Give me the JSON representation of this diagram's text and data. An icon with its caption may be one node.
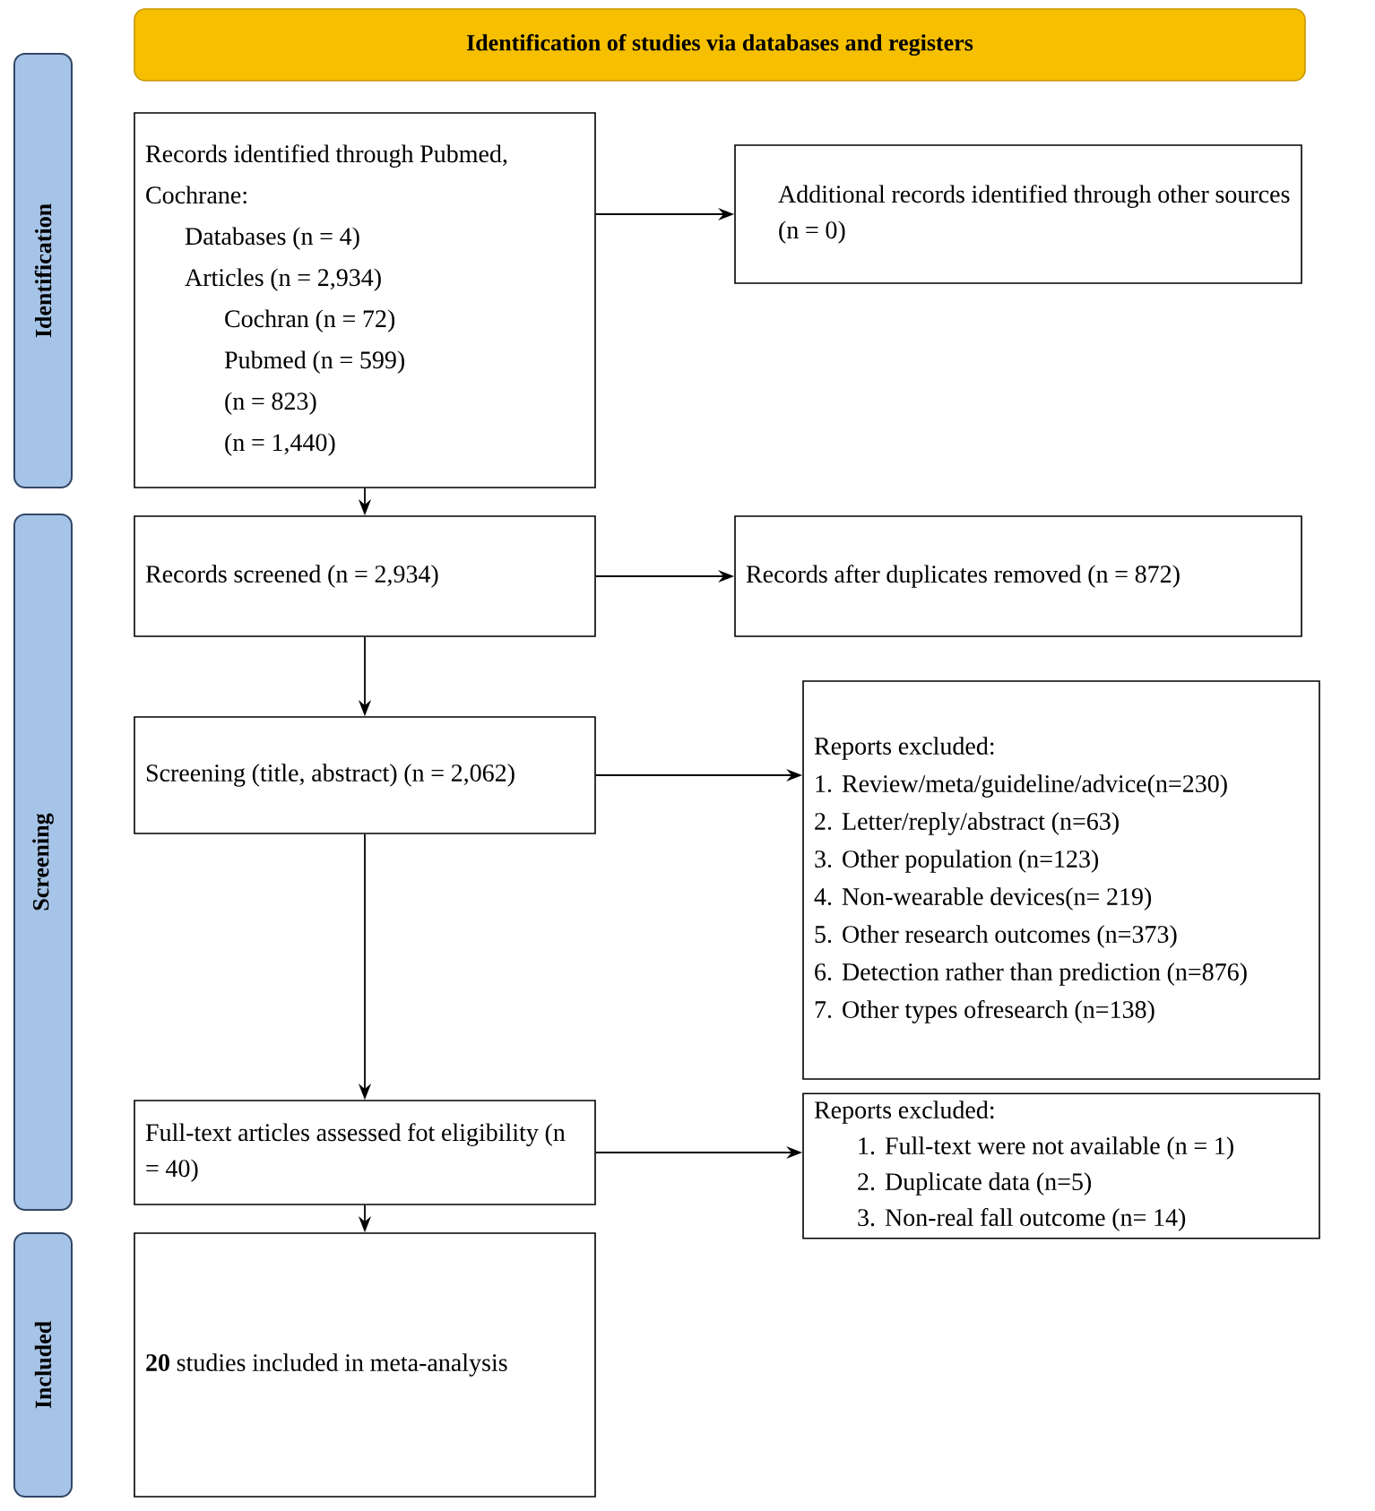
{
  "diagram": {
    "nodes": [
      {
        "text": [
          "Identification of studies via databases and registers"
        ]
      },
      {
        "text": [
          "Identification"
        ]
      },
      {
        "text": [
          "Records identified through Pubmed, Cochrane:",
          "Databases (n = 4)",
          "Articles (n = 2,934)",
          "Cochran (n = 72)",
          "Pubmed (n = 599)",
          "(n = 823)",
          "(n = 1,440)"
        ]
      },
      {
        "text": [
          "Additional records identified through other sources (n = 0)"
        ]
      },
      {
        "text": [
          "Screening"
        ]
      },
      {
        "text": [
          "Records screened (n = 2,934)"
        ]
      },
      {
        "text": [
          "Records after duplicates removed (n = 872)"
        ]
      },
      {
        "text": [
          "Screening (title, abstract) (n = 2,062)"
        ]
      },
      {
        "text": [
          "Reports excluded:",
          "1. Review/meta/guideline/advice(n=230)",
          "2. Letter/reply/abstract (n=63)",
          "3. Other population (n=123)",
          "4. Non-wearable devices(n= 219)",
          "5. Other research outcomes (n=373)",
          "6. Detection rather than prediction (n=876)",
          "7. Other types ofresearch (n=138)"
        ]
      },
      {
        "text": [
          "Full-text articles assessed fot eligibility (n = 40)"
        ]
      },
      {
        "text": [
          "Reports excluded:",
          "1. Full-text were not available (n = 1)",
          "2. Duplicate data (n=5)",
          "3. Non-real fall outcome (n= 14)"
        ]
      },
      {
        "text": [
          "Included"
        ]
      },
      {
        "text": [
          "**20** studies included in meta-analysis"
        ]
      }
    ],
    "edges": [
      {
        "from": 2,
        "to": 3,
        "arrow": "to"
      },
      {
        "from": 2,
        "to": 5,
        "arrow": "to"
      },
      {
        "from": 5,
        "to": 6,
        "arrow": "to"
      },
      {
        "from": 5,
        "to": 7,
        "arrow": "to"
      },
      {
        "from": 7,
        "to": 8,
        "arrow": "to"
      },
      {
        "from": 7,
        "to": 9,
        "arrow": "to"
      },
      {
        "from": 9,
        "to": 10,
        "arrow": "to"
      },
      {
        "from": 9,
        "to": 12,
        "arrow": "to"
      }
    ]
  }
}
